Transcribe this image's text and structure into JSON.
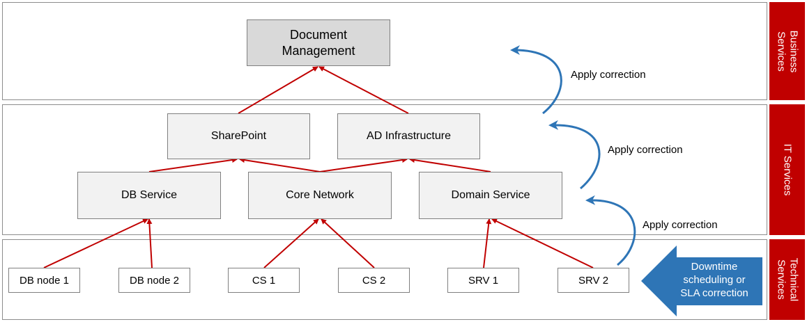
{
  "tiers": {
    "business": "Business\nServices",
    "it": "IT Services",
    "technical": "Technical\nServices"
  },
  "nodes": {
    "document_management": "Document\nManagement",
    "sharepoint": "SharePoint",
    "ad_infrastructure": "AD Infrastructure",
    "db_service": "DB Service",
    "core_network": "Core Network",
    "domain_service": "Domain Service",
    "db_node_1": "DB node 1",
    "db_node_2": "DB node 2",
    "cs_1": "CS 1",
    "cs_2": "CS 2",
    "srv_1": "SRV 1",
    "srv_2": "SRV 2"
  },
  "corrections": {
    "c1": "Apply correction",
    "c2": "Apply correction",
    "c3": "Apply correction"
  },
  "callout": "Downtime\nscheduling or\nSLA correction",
  "colors": {
    "tier_label": "#c00000",
    "dependency_arrow": "#c00000",
    "correction_arrow": "#2e75b6",
    "callout_arrow": "#2e75b6",
    "top_node_fill": "#d9d9d9",
    "node_fill": "#f2f2f2"
  }
}
